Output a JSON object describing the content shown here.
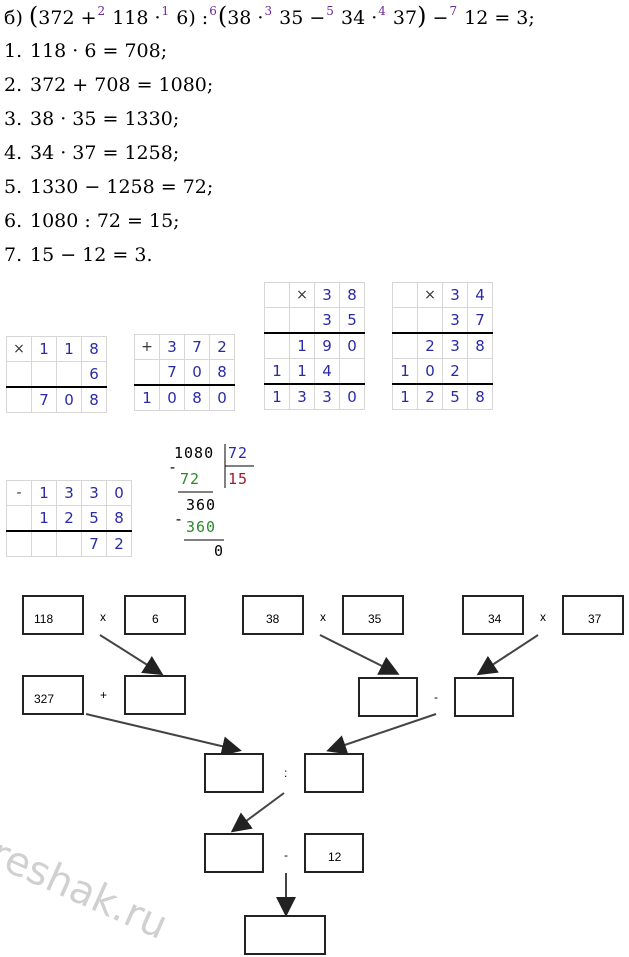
{
  "expression": {
    "prefix": "б) ",
    "p1": "(",
    "a": "372 +",
    "o2": "2",
    "b": " 118 ·",
    "o1": "1",
    "c": " 6)",
    "p2": ")",
    "div": " :",
    "o6": "6",
    "p3": "(",
    "d": "38 ·",
    "o3": "3",
    "e": " 35 −",
    "o5": "5",
    "f": " 34 ·",
    "o4": "4",
    "g": " 37",
    "p4": ")",
    "h": " −",
    "o7": "7",
    "i": " 12 = 3;"
  },
  "steps": [
    {
      "n": "1.",
      "text": "118 · 6 = 708;"
    },
    {
      "n": "2.",
      "text": "372 + 708 = 1080;"
    },
    {
      "n": "3.",
      "text": "38 · 35 = 1330;"
    },
    {
      "n": "4.",
      "text": "34 · 37 = 1258;"
    },
    {
      "n": "5.",
      "text": "1330 − 1258 = 72;"
    },
    {
      "n": "6.",
      "text": "1080 : 72 = 15;"
    },
    {
      "n": "7.",
      "text": "15 − 12 = 3."
    }
  ],
  "mul1": [
    [
      "×",
      "1",
      "1",
      "8"
    ],
    [
      "",
      "",
      "",
      "6"
    ],
    [
      "",
      "7",
      "0",
      "8"
    ]
  ],
  "add1": [
    [
      "+",
      "3",
      "7",
      "2"
    ],
    [
      "",
      "7",
      "0",
      "8"
    ],
    [
      "1",
      "0",
      "8",
      "0"
    ]
  ],
  "mul2": [
    [
      "",
      "×",
      "3",
      "8"
    ],
    [
      "",
      "",
      "3",
      "5"
    ],
    [
      "",
      "1",
      "9",
      "0"
    ],
    [
      "1",
      "1",
      "4",
      ""
    ],
    [
      "1",
      "3",
      "3",
      "0"
    ]
  ],
  "mul3": [
    [
      "",
      "×",
      "3",
      "4"
    ],
    [
      "",
      "",
      "3",
      "7"
    ],
    [
      "",
      "2",
      "3",
      "8"
    ],
    [
      "1",
      "0",
      "2",
      ""
    ],
    [
      "1",
      "2",
      "5",
      "8"
    ]
  ],
  "sub1": [
    [
      "-",
      "1",
      "3",
      "3",
      "0"
    ],
    [
      "",
      "1",
      "2",
      "5",
      "8"
    ],
    [
      "",
      "",
      "",
      "7",
      "2"
    ]
  ],
  "longdiv": {
    "dividend": "1080",
    "divisor": "72",
    "quotient": "15",
    "minus": "-",
    "p1": "72",
    "r1": "360",
    "p2": "360",
    "r2": "0"
  },
  "diagram": {
    "b1": "118",
    "x1": "x",
    "b2": "6",
    "b3": "38",
    "x2": "x",
    "b4": "35",
    "b5": "34",
    "x3": "x",
    "b6": "37",
    "b7": "327",
    "plus": "+",
    "minus": "-",
    "colon": ":",
    "minus2": "-",
    "b12": "12"
  },
  "watermark": "reshak.ru"
}
